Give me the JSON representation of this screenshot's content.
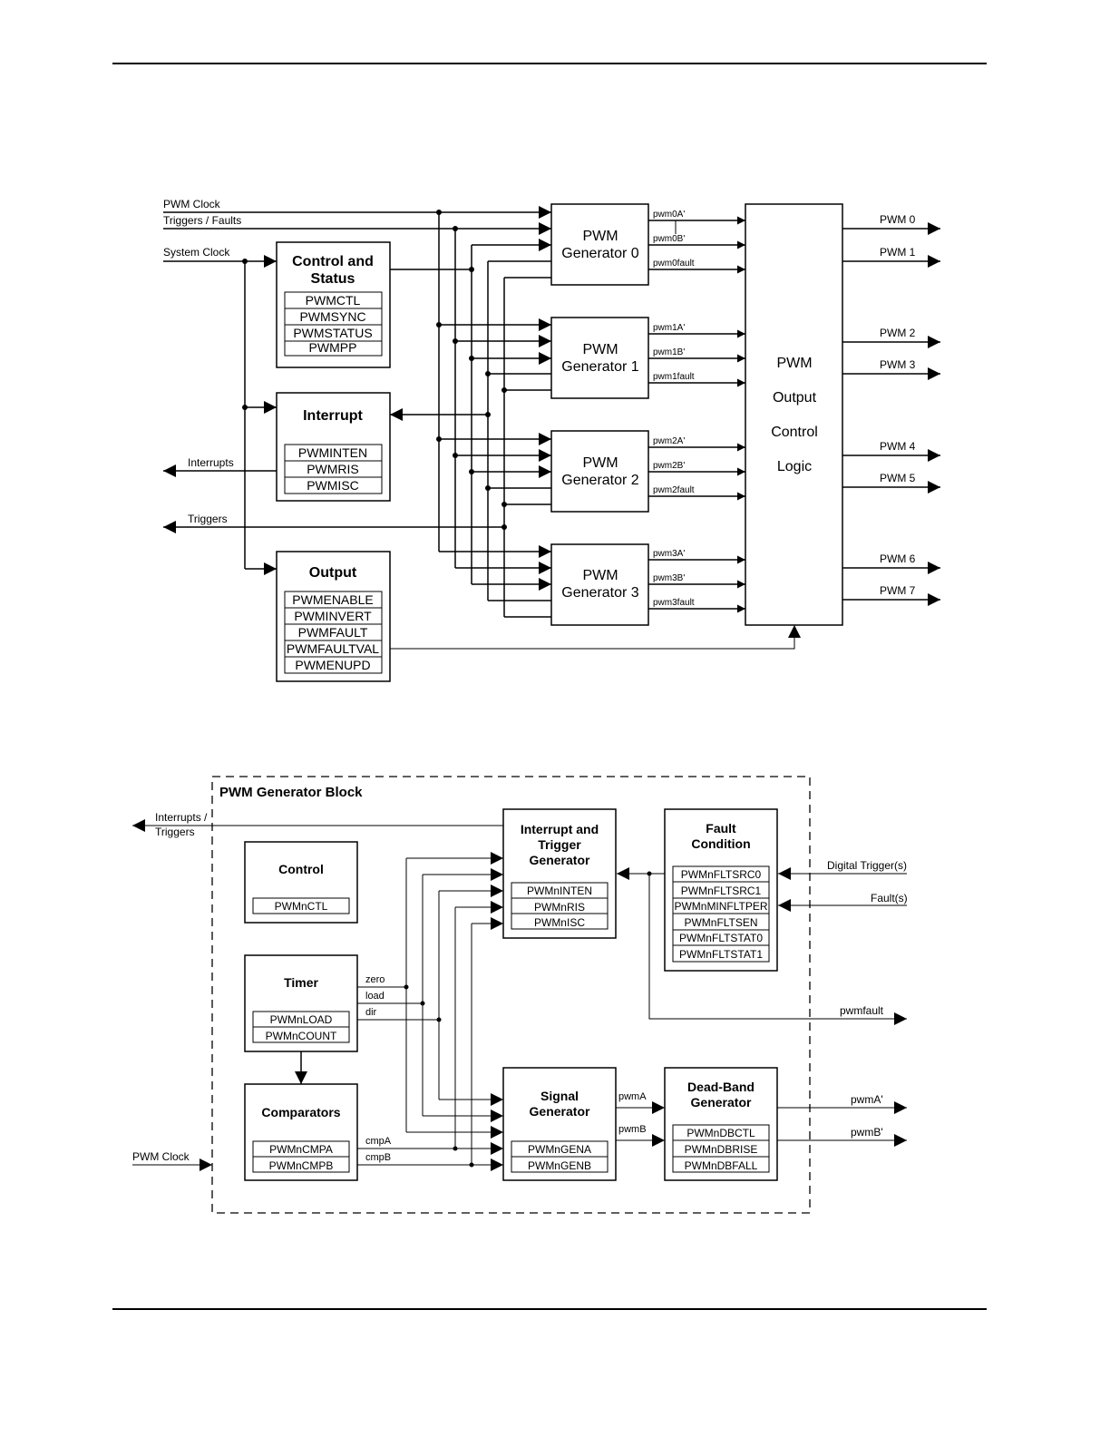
{
  "top_diagram": {
    "inputs": {
      "pwm_clock": "PWM Clock",
      "triggers_faults": "Triggers / Faults",
      "system_clock": "System Clock"
    },
    "control_status": {
      "title_line1": "Control and",
      "title_line2": "Status",
      "registers": [
        "PWMCTL",
        "PWMSYNC",
        "PWMSTATUS",
        "PWMPP"
      ]
    },
    "interrupt": {
      "title": "Interrupt",
      "registers": [
        "PWMINTEN",
        "PWMRIS",
        "PWMISC"
      ]
    },
    "output": {
      "title": "Output",
      "registers": [
        "PWMENABLE",
        "PWMINVERT",
        "PWMFAULT",
        "PWMFAULTVAL",
        "PWMENUPD"
      ]
    },
    "interrupts_label": "Interrupts",
    "triggers_label": "Triggers",
    "generators": [
      {
        "line1": "PWM",
        "line2": "Generator 0",
        "signals": [
          "pwm0A'",
          "pwm0B'",
          "pwm0fault"
        ]
      },
      {
        "line1": "PWM",
        "line2": "Generator 1",
        "signals": [
          "pwm1A'",
          "pwm1B'",
          "pwm1fault"
        ]
      },
      {
        "line1": "PWM",
        "line2": "Generator 2",
        "signals": [
          "pwm2A'",
          "pwm2B'",
          "pwm2fault"
        ]
      },
      {
        "line1": "PWM",
        "line2": "Generator 3",
        "signals": [
          "pwm3A'",
          "pwm3B'",
          "pwm3fault"
        ]
      }
    ],
    "output_logic": [
      "PWM",
      "Output",
      "Control",
      "Logic"
    ],
    "outputs": [
      "PWM 0",
      "PWM 1",
      "PWM 2",
      "PWM 3",
      "PWM 4",
      "PWM 5",
      "PWM 6",
      "PWM 7"
    ]
  },
  "bottom_diagram": {
    "title": "PWM Generator Block",
    "interrupts_triggers_line1": "Interrupts /",
    "interrupts_triggers_line2": "Triggers",
    "pwm_clock": "PWM Clock",
    "control": {
      "title": "Control",
      "registers": [
        "PWMnCTL"
      ]
    },
    "timer": {
      "title": "Timer",
      "registers": [
        "PWMnLOAD",
        "PWMnCOUNT"
      ]
    },
    "comparators": {
      "title": "Comparators",
      "registers": [
        "PWMnCMPA",
        "PWMnCMPB"
      ]
    },
    "interrupt_trigger": {
      "title_line1": "Interrupt and",
      "title_line2": "Trigger",
      "title_line3": "Generator",
      "registers": [
        "PWMnINTEN",
        "PWMnRIS",
        "PWMnISC"
      ]
    },
    "fault_condition": {
      "title_line1": "Fault",
      "title_line2": "Condition",
      "registers": [
        "PWMnFLTSRC0",
        "PWMnFLTSRC1",
        "PWMnMINFLTPER",
        "PWMnFLTSEN",
        "PWMnFLTSTAT0",
        "PWMnFLTSTAT1"
      ]
    },
    "signal_generator": {
      "title_line1": "Signal",
      "title_line2": "Generator",
      "registers": [
        "PWMnGENA",
        "PWMnGENB"
      ]
    },
    "dead_band": {
      "title_line1": "Dead-Band",
      "title_line2": "Generator",
      "registers": [
        "PWMnDBCTL",
        "PWMnDBRISE",
        "PWMnDBFALL"
      ]
    },
    "timer_signals": [
      "zero",
      "load",
      "dir"
    ],
    "comparator_signals": [
      "cmpA",
      "cmpB"
    ],
    "signal_outputs": [
      "pwmA",
      "pwmB"
    ],
    "digital_triggers": "Digital Trigger(s)",
    "faults": "Fault(s)",
    "pwmfault": "pwmfault",
    "outputs": [
      "pwmA'",
      "pwmB'"
    ]
  }
}
